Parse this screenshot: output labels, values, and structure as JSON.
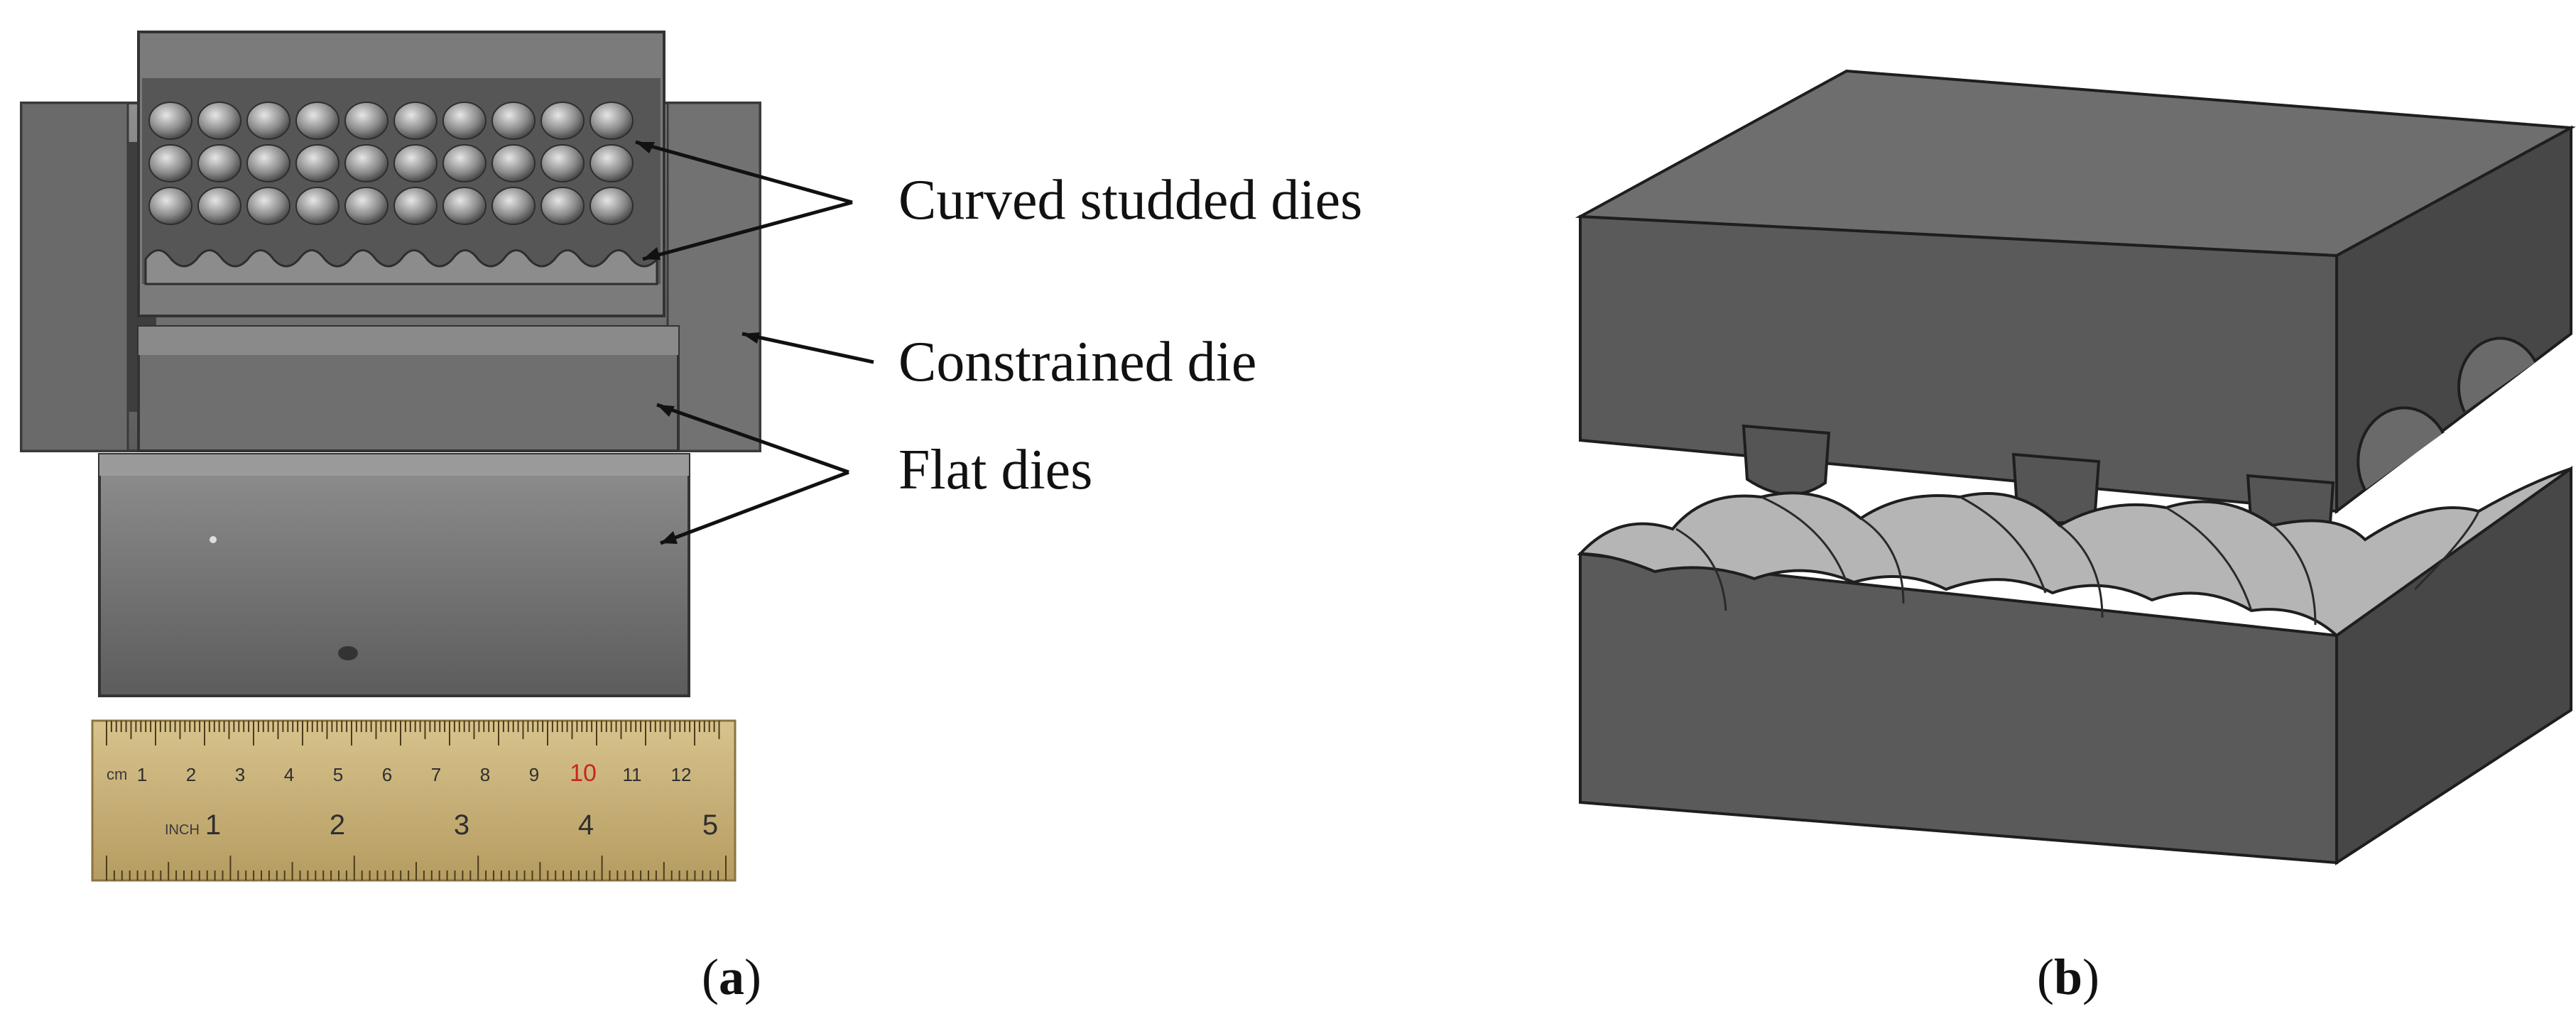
{
  "panel_a": {
    "labels": {
      "curved": "Curved studded dies",
      "constrained": "Constrained die",
      "flat": "Flat dies"
    },
    "ruler": {
      "cm_marks": [
        "1",
        "2",
        "3",
        "4",
        "5",
        "6",
        "7",
        "8",
        "9",
        "10",
        "11",
        "12"
      ],
      "inch_marks": [
        "1",
        "2",
        "3",
        "4",
        "5"
      ],
      "cm_prefix": "cm",
      "inch_prefix": "INCH",
      "highlight_color": "#c8261f"
    },
    "caption": "a"
  },
  "panel_b": {
    "caption": "b"
  },
  "colors": {
    "metal_light": "#9a9a9a",
    "metal_dark": "#4a4a4a",
    "cad_top": "#6e6e6e",
    "cad_front": "#5a5a5a",
    "cad_side": "#4a4a4a",
    "cad_surface": "#b8b8b8",
    "ruler": "#c9b27a"
  }
}
